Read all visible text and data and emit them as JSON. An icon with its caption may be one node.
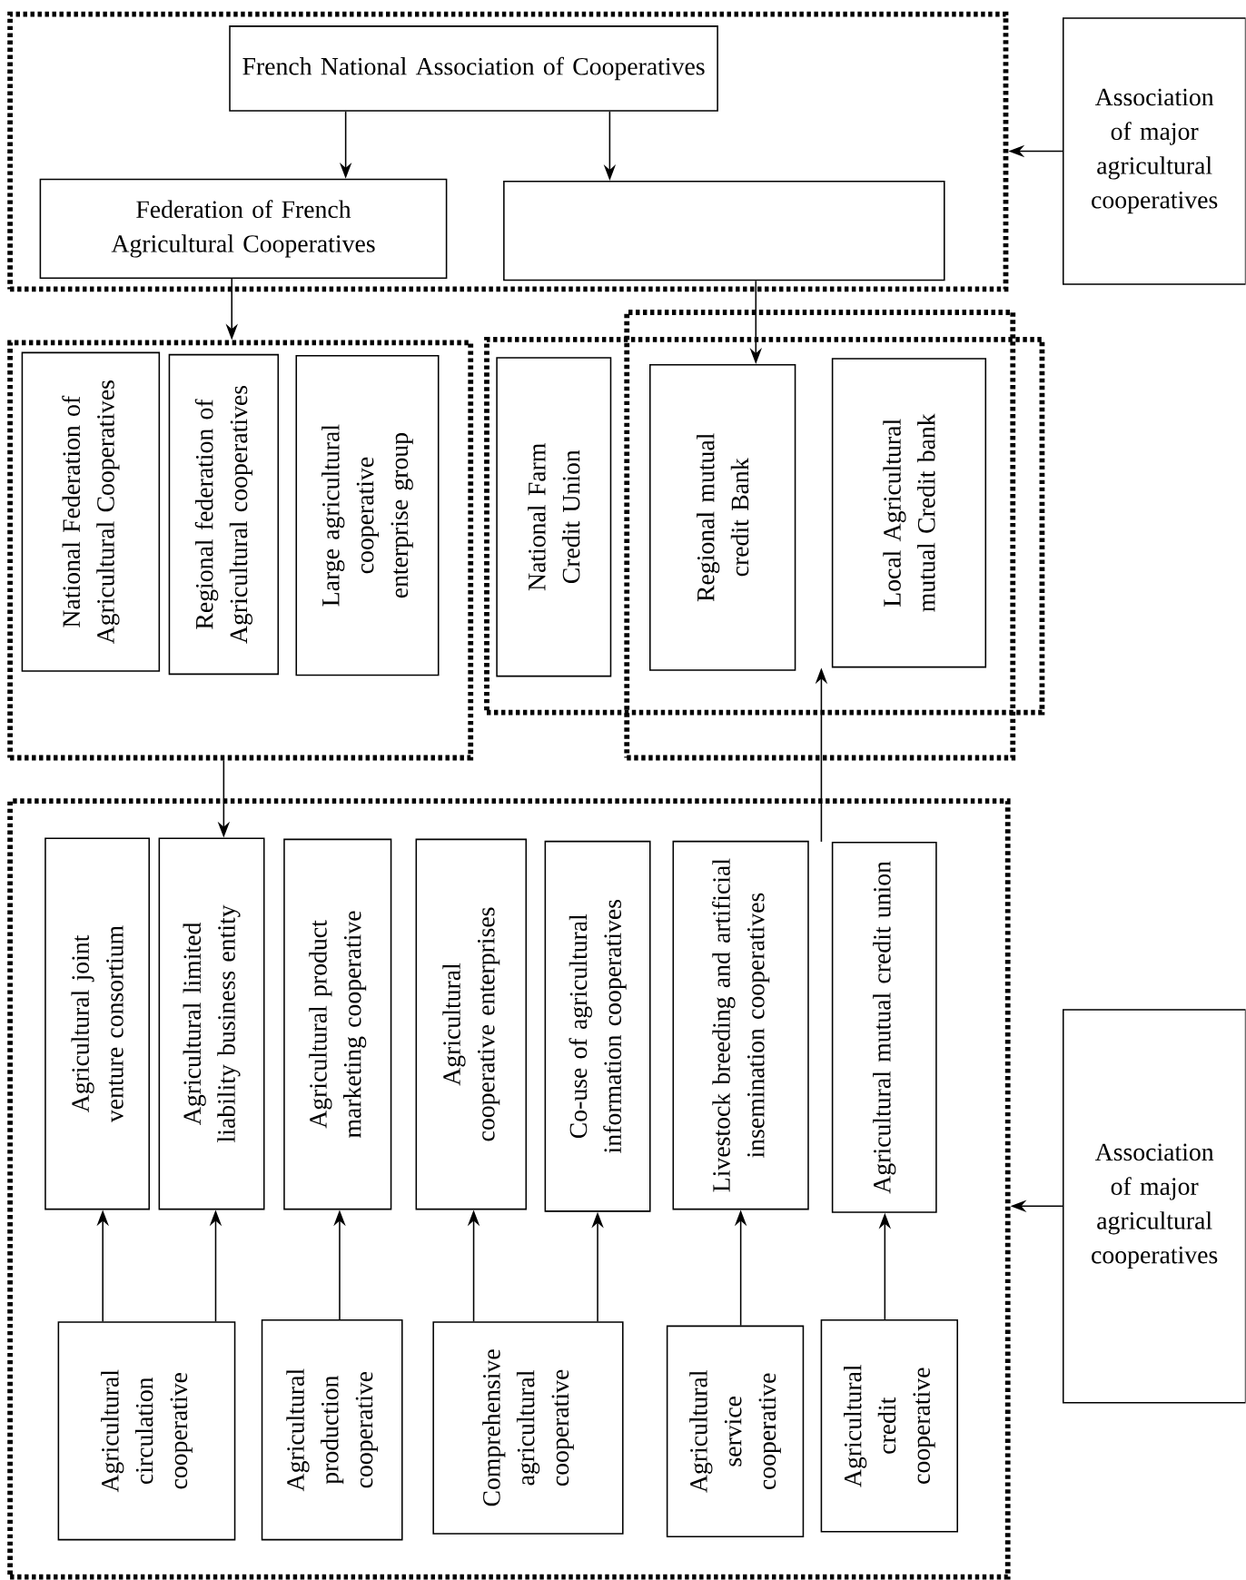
{
  "diagram": {
    "nodes": [
      {
        "text": [],
        "shape": "box"
      },
      {
        "text": [
          "French National Association of Cooperatives"
        ],
        "in": 0
      },
      {
        "text": [
          "Federation of French Agricultural Cooperatives"
        ],
        "in": 0
      },
      {
        "text": [],
        "shape": "box",
        "in": 0
      },
      {
        "text": [
          "Association of major agricultural cooperatives"
        ]
      },
      {
        "text": [],
        "shape": "box"
      },
      {
        "text": [
          "National Federation of Agricultural Cooperatives"
        ],
        "in": 5
      },
      {
        "text": [
          "Regional federation of Agricultural cooperatives"
        ],
        "in": 5
      },
      {
        "text": [
          "Large agricultural cooperative enterprise group"
        ],
        "in": 5
      },
      {
        "text": [],
        "shape": "box"
      },
      {
        "text": [],
        "shape": "box"
      },
      {
        "text": [
          "National Farm Credit Union"
        ],
        "in": 9
      },
      {
        "text": [
          "Regional mutual credit Bank"
        ],
        "in": 10
      },
      {
        "text": [
          "Local Agricultural mutual Credit bank"
        ],
        "in": 10
      },
      {
        "text": [],
        "shape": "box"
      },
      {
        "text": [
          "Agricultural joint venture consortium"
        ],
        "in": 14
      },
      {
        "text": [
          "Agricultural limited liability business entity"
        ],
        "in": 14
      },
      {
        "text": [
          "Agricultural product marketing cooperative"
        ],
        "in": 14
      },
      {
        "text": [
          "Agricultural cooperative enterprises"
        ],
        "in": 14
      },
      {
        "text": [
          "Co-use of agricultural information cooperatives"
        ],
        "in": 14
      },
      {
        "text": [
          "Livestock breeding and artificial insemination cooperatives"
        ],
        "in": 14
      },
      {
        "text": [
          "Agricultural mutual credit union"
        ],
        "in": 14
      },
      {
        "text": [
          "Agricultural circulation cooperative"
        ],
        "in": 14
      },
      {
        "text": [
          "Agricultural production cooperative"
        ],
        "in": 14
      },
      {
        "text": [
          "Comprehensive agricultural cooperative"
        ],
        "in": 14
      },
      {
        "text": [
          "Agricultural service cooperative"
        ],
        "in": 14
      },
      {
        "text": [
          "Agricultural credit cooperative"
        ],
        "in": 14
      },
      {
        "text": [
          "Association of major agricultural cooperatives"
        ]
      }
    ],
    "edges": [
      {
        "from": 1,
        "to": 2,
        "arrow": "to"
      },
      {
        "from": 1,
        "to": 3,
        "arrow": "to"
      },
      {
        "from": 2,
        "to": 5,
        "arrow": "to"
      },
      {
        "from": 3,
        "to": 12,
        "arrow": "to"
      },
      {
        "from": 5,
        "to": 16,
        "arrow": "to"
      },
      {
        "from": 21,
        "to": 13,
        "arrow": "to"
      },
      {
        "from": 22,
        "to": 15,
        "arrow": "to"
      },
      {
        "from": 22,
        "to": 16,
        "arrow": "to"
      },
      {
        "from": 23,
        "to": 17,
        "arrow": "to"
      },
      {
        "from": 24,
        "to": 18,
        "arrow": "to"
      },
      {
        "from": 24,
        "to": 19,
        "arrow": "to"
      },
      {
        "from": 25,
        "to": 20,
        "arrow": "to"
      },
      {
        "from": 26,
        "to": 21,
        "arrow": "to"
      },
      {
        "from": 4,
        "to": 0,
        "arrow": "to"
      },
      {
        "from": 27,
        "to": 14,
        "arrow": "to"
      }
    ]
  }
}
